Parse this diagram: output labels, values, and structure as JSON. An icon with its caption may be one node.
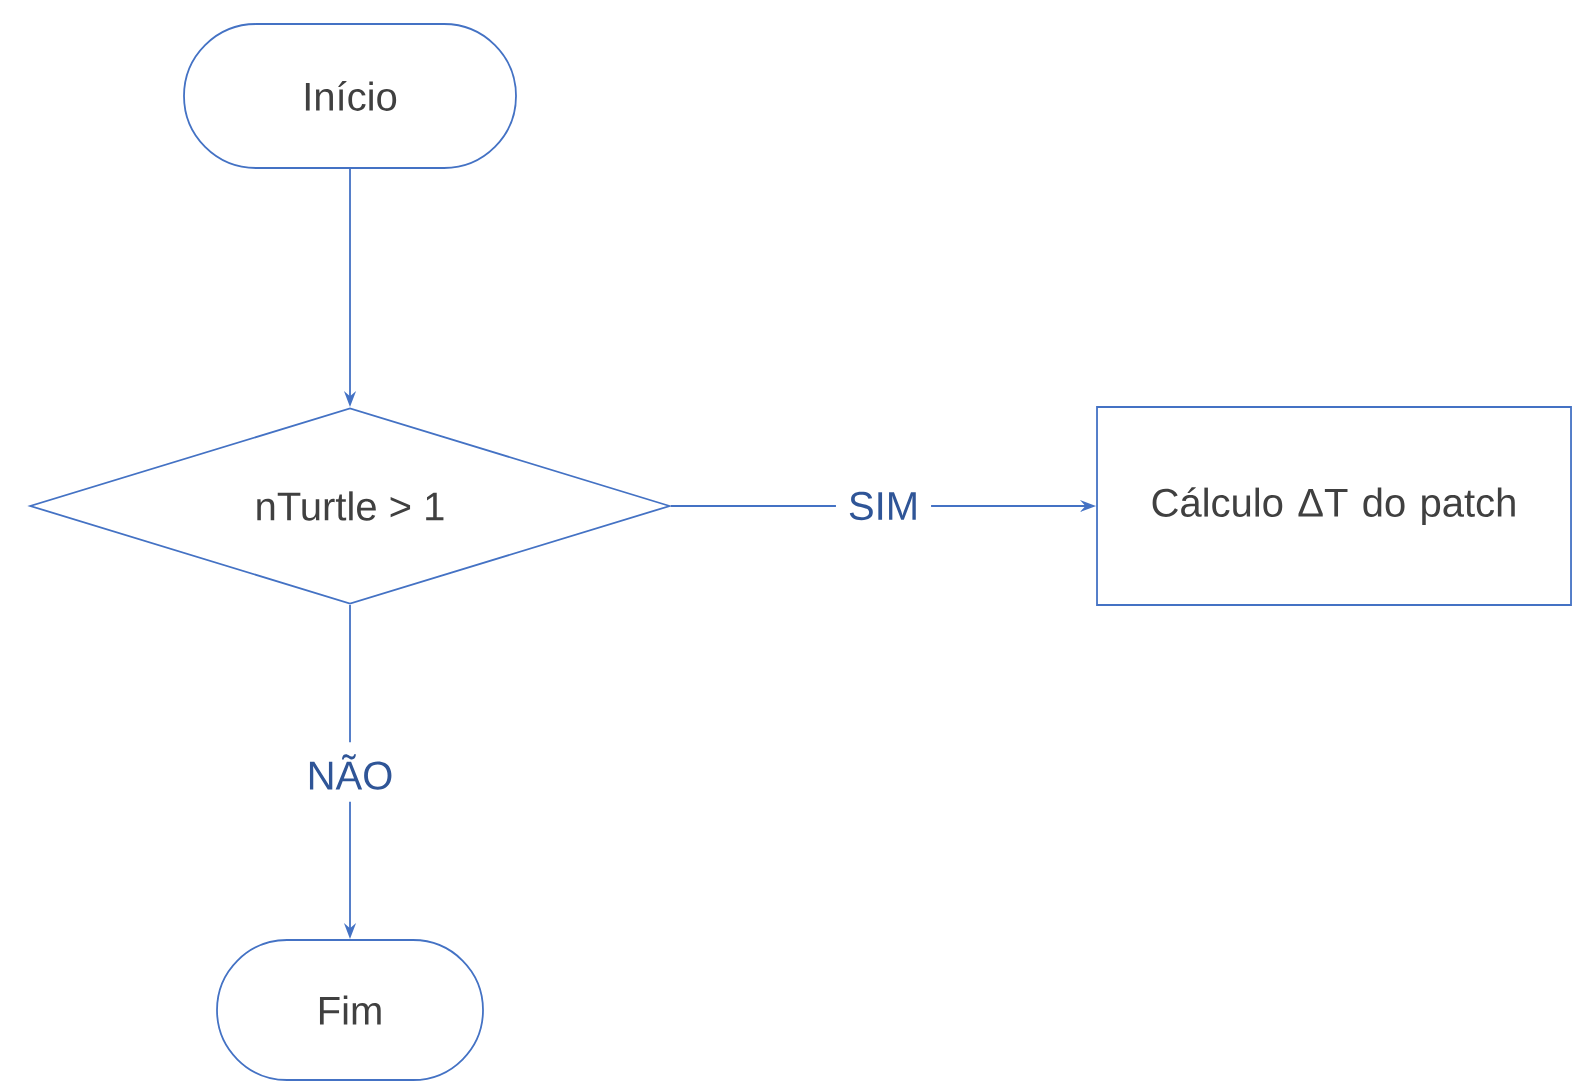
{
  "diagram": {
    "nodes": [
      {
        "text": [
          "Início"
        ]
      },
      {
        "text": [
          "nTurtle > 1"
        ]
      },
      {
        "text": [
          "Cálculo ΔT do patch"
        ]
      },
      {
        "text": [
          "Fim"
        ]
      }
    ],
    "edges": [
      {
        "from": 0,
        "to": 1,
        "arrow": "to"
      },
      {
        "from": 1,
        "to": 2,
        "arrow": "to",
        "label": "SIM"
      },
      {
        "from": 1,
        "to": 3,
        "arrow": "to",
        "label": "NÃO"
      }
    ]
  }
}
